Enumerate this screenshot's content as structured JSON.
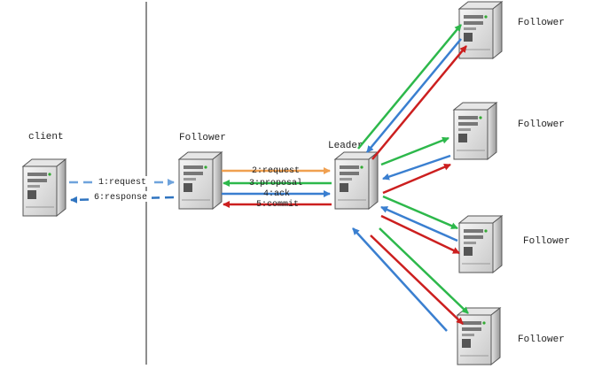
{
  "labels": {
    "client": "client",
    "follower_mid": "Follower",
    "leader": "Leader",
    "follower_1": "Follower",
    "follower_2": "Follower",
    "follower_3": "Follower",
    "follower_4": "Follower"
  },
  "messages": {
    "m1": "1:request",
    "m6": "6:response",
    "m2": "2:request",
    "m3": "3:proposal",
    "m4": "4:ack",
    "m5": "5:commit"
  },
  "colors": {
    "request_dashed": "#6fa3dc",
    "response_dashed": "#2f74c0",
    "request": "#f0a050",
    "proposal": "#2db84b",
    "ack": "#3a7fd0",
    "commit": "#cc1f1f",
    "divider": "#444444"
  },
  "icons": {
    "server": "server-tower-icon"
  }
}
